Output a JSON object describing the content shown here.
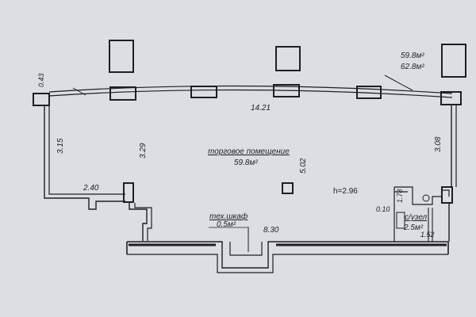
{
  "plan": {
    "room_name": "торговое помещение",
    "room_area": "59.8м²",
    "area_top_right": "59.8м²",
    "area_top_right_total": "62.8м²",
    "tech_closet_name": "тех.шкаф",
    "tech_closet_area": "0.5м²",
    "wc_name": "с/узел",
    "wc_area": "2.5м²",
    "ceiling_height": "h=2.96"
  },
  "dimensions": {
    "top_width": "14.21",
    "left_top": "0.43",
    "left_wall": "3.15",
    "left_inner": "3.29",
    "left_bottom": "2.40",
    "center_depth": "5.02",
    "right_wall": "3.08",
    "bottom_width": "8.30",
    "wc_height": "1.78",
    "wc_offset": "0.10",
    "wc_width": "1.52"
  },
  "colors": {
    "paper": "#dcdee3",
    "line": "#1e1e24"
  }
}
